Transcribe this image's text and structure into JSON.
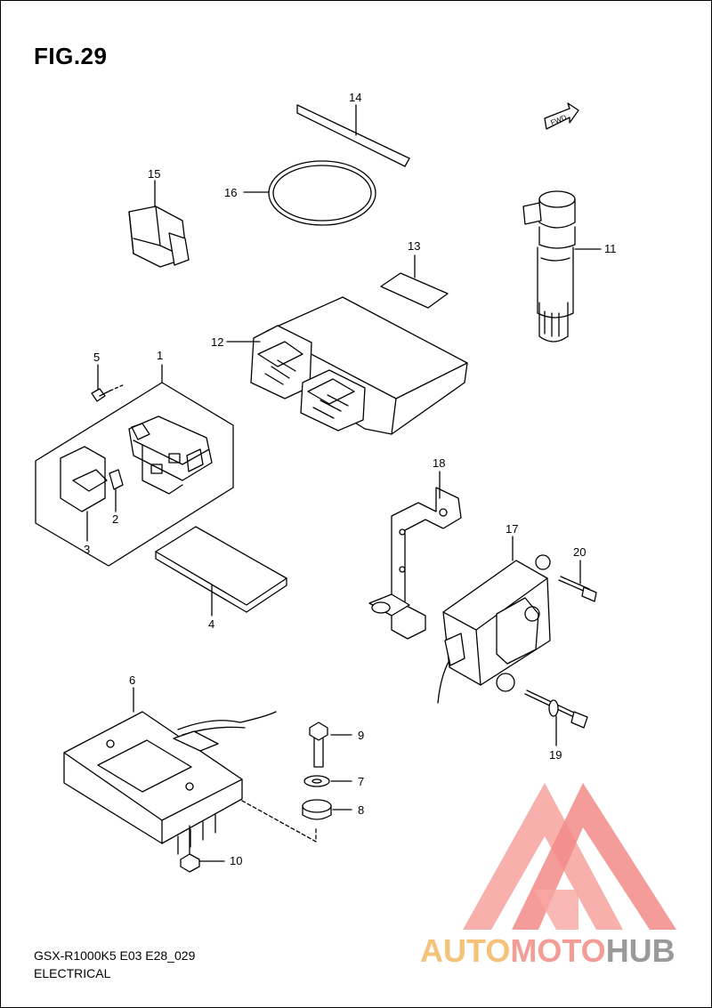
{
  "figure": {
    "title": "FIG.29"
  },
  "direction_marker": {
    "label": "FWD"
  },
  "callouts": [
    "1",
    "2",
    "3",
    "4",
    "5",
    "6",
    "7",
    "8",
    "9",
    "10",
    "11",
    "12",
    "13",
    "14",
    "15",
    "16",
    "17",
    "18",
    "19",
    "20"
  ],
  "footer": {
    "model_code": "GSX-R1000K5 E03 E28_029",
    "section": "ELECTRICAL"
  },
  "watermark": {
    "part1": "AUTO",
    "part2": "MOTO",
    "part3": "HUB"
  },
  "colors": {
    "line": "#000000",
    "watermark_red": "#f28b87",
    "watermark_orange": "#f5c27a",
    "watermark_gray": "#9a9a9a"
  }
}
